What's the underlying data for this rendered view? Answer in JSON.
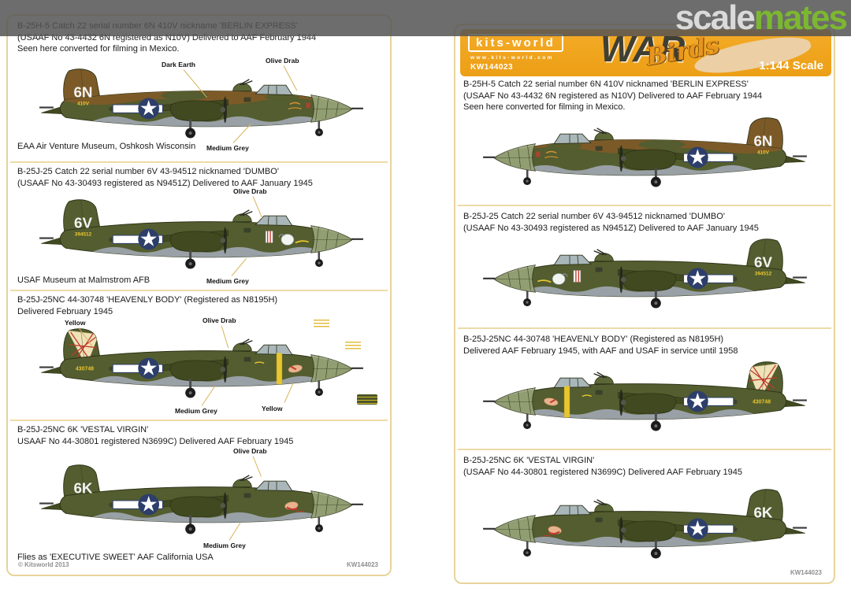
{
  "watermark": {
    "scale": "scale",
    "mates": "mates"
  },
  "header": {
    "logo_text": "kits-world",
    "logo_url": "www.kits-world.com",
    "product_code": "KW144023",
    "warbirds_war": "WAR",
    "warbirds_birds": "Birds",
    "scale_label": "1:144 Scale"
  },
  "left_page": {
    "sections": [
      {
        "heading_lines": [
          "B-25H-5 Catch 22 serial number 6N 410V nickname 'BERLIN EXPRESS'",
          "(USAAF No 43-4432 6N registered as N10V) Delivered to AAF February 1944",
          "Seen here converted for filming in Mexico."
        ],
        "caption": "EAA Air Venture Museum, Oshkosh Wisconsin",
        "paint_labels": [
          "Dark Earth",
          "Olive Drab",
          "Medium Grey"
        ],
        "plane": {
          "tail_code": "6N",
          "tail_serial": "410V",
          "scheme": "brown",
          "nose_art": "berlin"
        }
      },
      {
        "heading_lines": [
          "B-25J-25 Catch 22 serial number 6V 43-94512 nicknamed 'DUMBO'",
          "(USAAF No 43-30493 registered as N9451Z) Delivered to AAF January 1945"
        ],
        "caption": "USAF Museum at Malmstrom AFB",
        "paint_labels": [
          "Olive Drab",
          "Medium Grey"
        ],
        "plane": {
          "tail_code": "6V",
          "tail_serial": "394512",
          "scheme": "olive",
          "nose_art": "dumbo"
        }
      },
      {
        "heading_lines": [
          "B-25J-25NC  44-30748 'HEAVENLY BODY' (Registered as N8195H)",
          "Delivered February 1945"
        ],
        "caption": "",
        "paint_labels": [
          "Yellow",
          "Olive Drab",
          "Medium Grey",
          "Yellow"
        ],
        "plane": {
          "tail_code": "",
          "tail_serial": "430748",
          "scheme": "heavenly",
          "nose_art": "heavenly"
        }
      },
      {
        "heading_lines": [
          "B-25J-25NC 6K 'VESTAL VIRGIN'",
          "USAAF No 44-30801 registered N3699C) Delivered AAF February 1945"
        ],
        "caption": "Flies as 'EXECUTIVE SWEET' AAF California USA",
        "paint_labels": [
          "Olive Drab",
          "Medium Grey"
        ],
        "plane": {
          "tail_code": "6K",
          "tail_serial": "",
          "scheme": "olive",
          "nose_art": "vestal"
        }
      }
    ],
    "footer_left": "© Kitsworld 2013",
    "footer_right": "KW144023"
  },
  "right_page": {
    "sections": [
      {
        "heading_lines": [
          "B-25H-5 Catch 22 serial number 6N 410V nicknamed 'BERLIN EXPRESS'",
          "(USAAF No 43-4432 6N registered as N10V) Delivered to AAF February 1944",
          "Seen here converted for filming in Mexico."
        ],
        "plane": {
          "tail_code": "6N",
          "tail_serial": "410V",
          "scheme": "brown",
          "nose_art": "berlin"
        }
      },
      {
        "heading_lines": [
          "B-25J-25 Catch 22 serial number 6V 43-94512 nicknamed 'DUMBO'",
          "(USAAF No 43-30493 registered as N9451Z) Delivered to AAF January 1945"
        ],
        "plane": {
          "tail_code": "6V",
          "tail_serial": "394512",
          "scheme": "olive",
          "nose_art": "dumbo"
        }
      },
      {
        "heading_lines": [
          "B-25J-25NC  44-30748 'HEAVENLY BODY' (Registered as N8195H)",
          "Delivered AAF February 1945, with AAF and USAF in service until 1958"
        ],
        "plane": {
          "tail_code": "",
          "tail_serial": "430748",
          "scheme": "heavenly",
          "nose_art": "heavenly"
        }
      },
      {
        "heading_lines": [
          "B-25J-25NC 6K 'VESTAL VIRGIN'",
          "(USAAF No 44-30801 registered N3699C) Delivered AAF February 1945"
        ],
        "plane": {
          "tail_code": "6K",
          "tail_serial": "",
          "scheme": "olive",
          "nose_art": "vestal"
        }
      }
    ],
    "footer_right": "KW144023"
  },
  "colors": {
    "banner_orange": "#f0a41f",
    "olive_drab": "#535d2f",
    "olive_dark": "#40491f",
    "dark_earth": "#7c5a28",
    "medium_grey": "#99a1a6",
    "yellow": "#e9c62f",
    "insignia_blue": "#2d3e6b",
    "red": "#c23b2e",
    "cream": "#efe2b8",
    "page_border": "#e7d49b",
    "leader_line": "#d8b45c",
    "mates_green": "#7cb82f",
    "scale_grey": "#dadada"
  }
}
